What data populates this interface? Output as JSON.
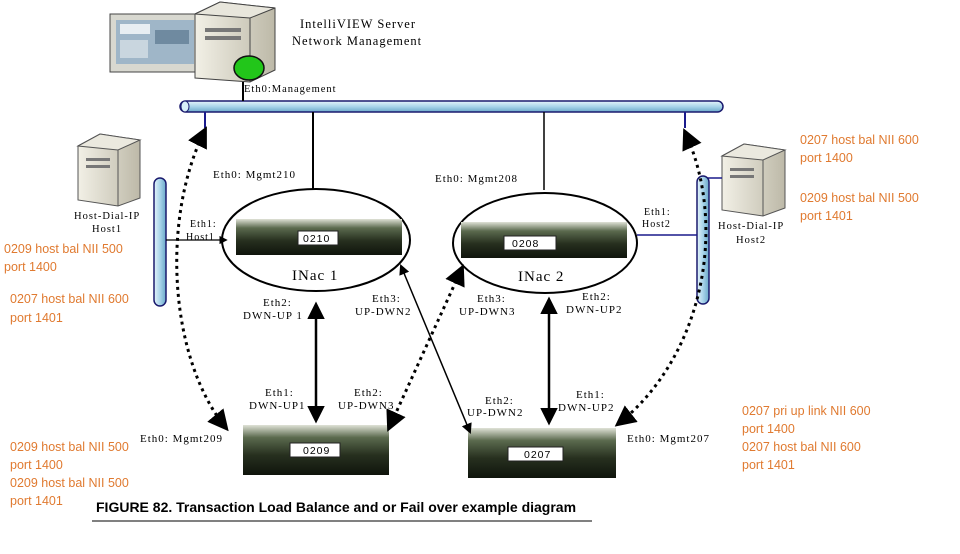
{
  "server": {
    "title_line1": "IntelliVIEW Server",
    "title_line2": "Network Management",
    "eth0": "Eth0:Management"
  },
  "inac1": {
    "id": "0210",
    "name": "INac 1",
    "eth0": "Eth0: Mgmt210",
    "eth1_a": "Eth1:",
    "eth1_b": "Host1",
    "eth2_a": "Eth2:",
    "eth2_b": "DWN-UP 1",
    "eth3_a": "Eth3:",
    "eth3_b": "UP-DWN2"
  },
  "inac2": {
    "id": "0208",
    "name": "INac 2",
    "eth0": "Eth0: Mgmt208",
    "eth1_a": "Eth1:",
    "eth1_b": "Host2",
    "eth2_a": "Eth2:",
    "eth2_b": "DWN-UP2",
    "eth3_a": "Eth3:",
    "eth3_b": "UP-DWN3"
  },
  "dev0209": {
    "id": "0209",
    "eth0": "Eth0: Mgmt209",
    "eth1_a": "Eth1:",
    "eth1_b": "DWN-UP1",
    "eth2_a": "Eth2:",
    "eth2_b": "UP-DWN3"
  },
  "dev0207": {
    "id": "0207",
    "eth0": "Eth0: Mgmt207",
    "eth1_a": "Eth1:",
    "eth1_b": "DWN-UP2",
    "eth2_a": "Eth2:",
    "eth2_b": "UP-DWN2"
  },
  "host1": {
    "line1": "Host-Dial-IP",
    "line2": "Host1"
  },
  "host2": {
    "line1": "Host-Dial-IP",
    "line2": "Host2"
  },
  "notes": {
    "host2_1a": "0207 host bal NII 600",
    "host2_1b": "port 1400",
    "host2_2a": "0209 host bal NII 500",
    "host2_2b": "port 1401",
    "host1_1a": "0209 host bal NII 500",
    "host1_1b": "port 1400",
    "host1_2a": "0207 host bal NII 600",
    "host1_2b": "port 1401",
    "d0209_1a": "0209 host bal NII 500",
    "d0209_1b": "port 1400",
    "d0209_2a": "0209 host bal NII 500",
    "d0209_2b": "port 1401",
    "d0207_1a": "0207 pri up link NII 600",
    "d0207_1b": "port 1400",
    "d0207_2a": "0207 host bal NII 600",
    "d0207_2b": "port 1401"
  },
  "caption": "FIGURE 82.  Transaction Load Balance and or Fail over example diagram",
  "colors": {
    "bus_fill": "#bfe0ef",
    "bus_stroke": "#1a1a6e",
    "note_text": "#e07a30",
    "device_panel": "#2e3a2a",
    "link_blue": "#1a1a8c"
  }
}
